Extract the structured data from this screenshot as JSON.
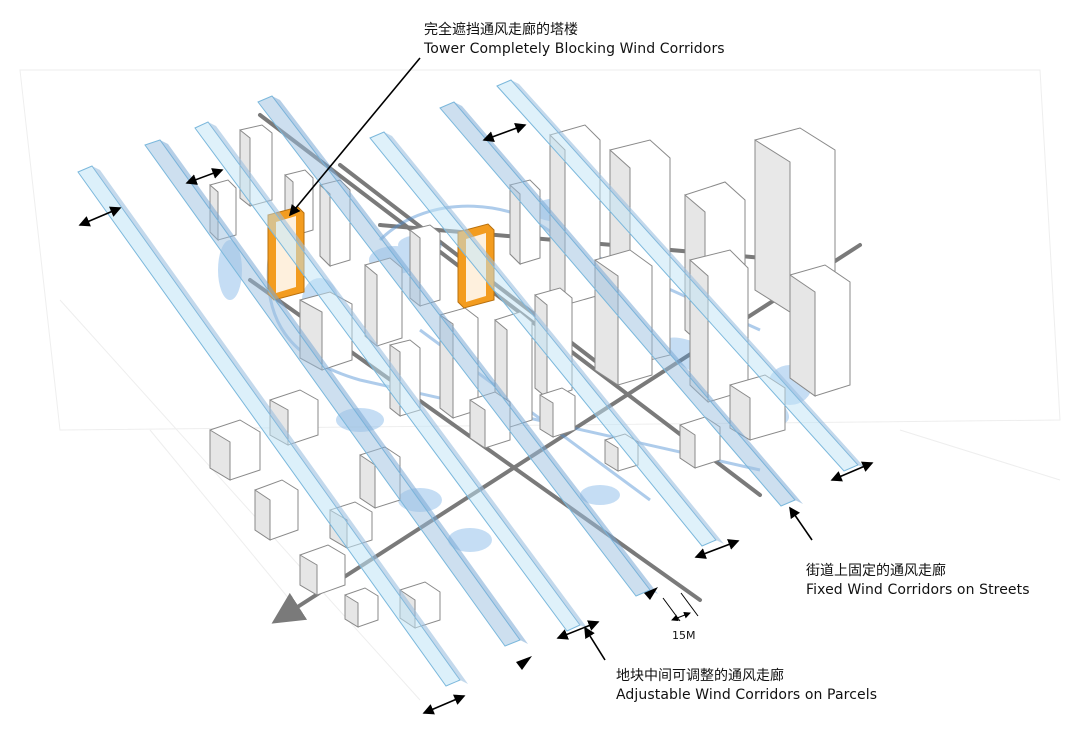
{
  "annotations": {
    "tower_blocking": {
      "zh": "完全遮挡通风走廊的塔楼",
      "en": "Tower Completely Blocking Wind Corridors"
    },
    "fixed_corridors": {
      "zh": "街道上固定的通风走廊",
      "en": "Fixed Wind Corridors on Streets"
    },
    "adjustable_corridors": {
      "zh": "地块中间可调整的通风走廊",
      "en": "Adjustable Wind Corridors on Parcels"
    }
  },
  "scale": {
    "label": "15M"
  },
  "colors": {
    "corridor_light": "#bfe3f5",
    "corridor_dark": "#9cc0e0",
    "corridor_edge": "#7bb8dc",
    "blocking_tower": "#f39c1f",
    "building": "#ffffff",
    "building_shade": "#e6e6e6",
    "arrow_gray": "#7a7a7a",
    "wind_blue": "#6aa6de"
  }
}
